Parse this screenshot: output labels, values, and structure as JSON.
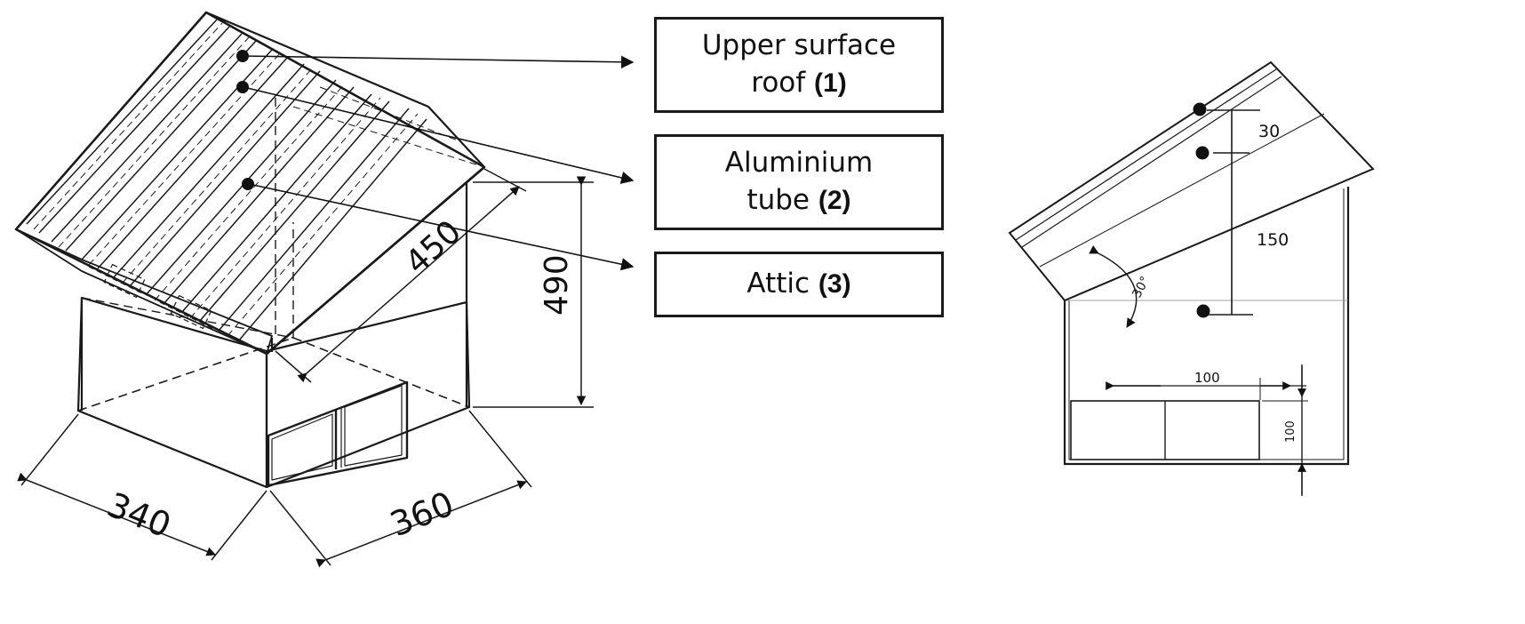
{
  "callouts": [
    {
      "line1": "Upper surface",
      "line2": "roof",
      "number": "(1)"
    },
    {
      "line1": "Aluminium",
      "line2": "tube",
      "number": "(2)"
    },
    {
      "line1": "Attic",
      "line2": "",
      "number": "(3)"
    }
  ],
  "iso_dims": {
    "length": "340",
    "width": "360",
    "wall_height": "490",
    "roof_length": "450"
  },
  "side_dims": {
    "upper_gap": "30",
    "lower_gap": "150",
    "roof_angle": "30°",
    "opening_width": "100",
    "opening_height": "100"
  },
  "colors": {
    "line": "#1a1a1a",
    "background": "#ffffff"
  }
}
